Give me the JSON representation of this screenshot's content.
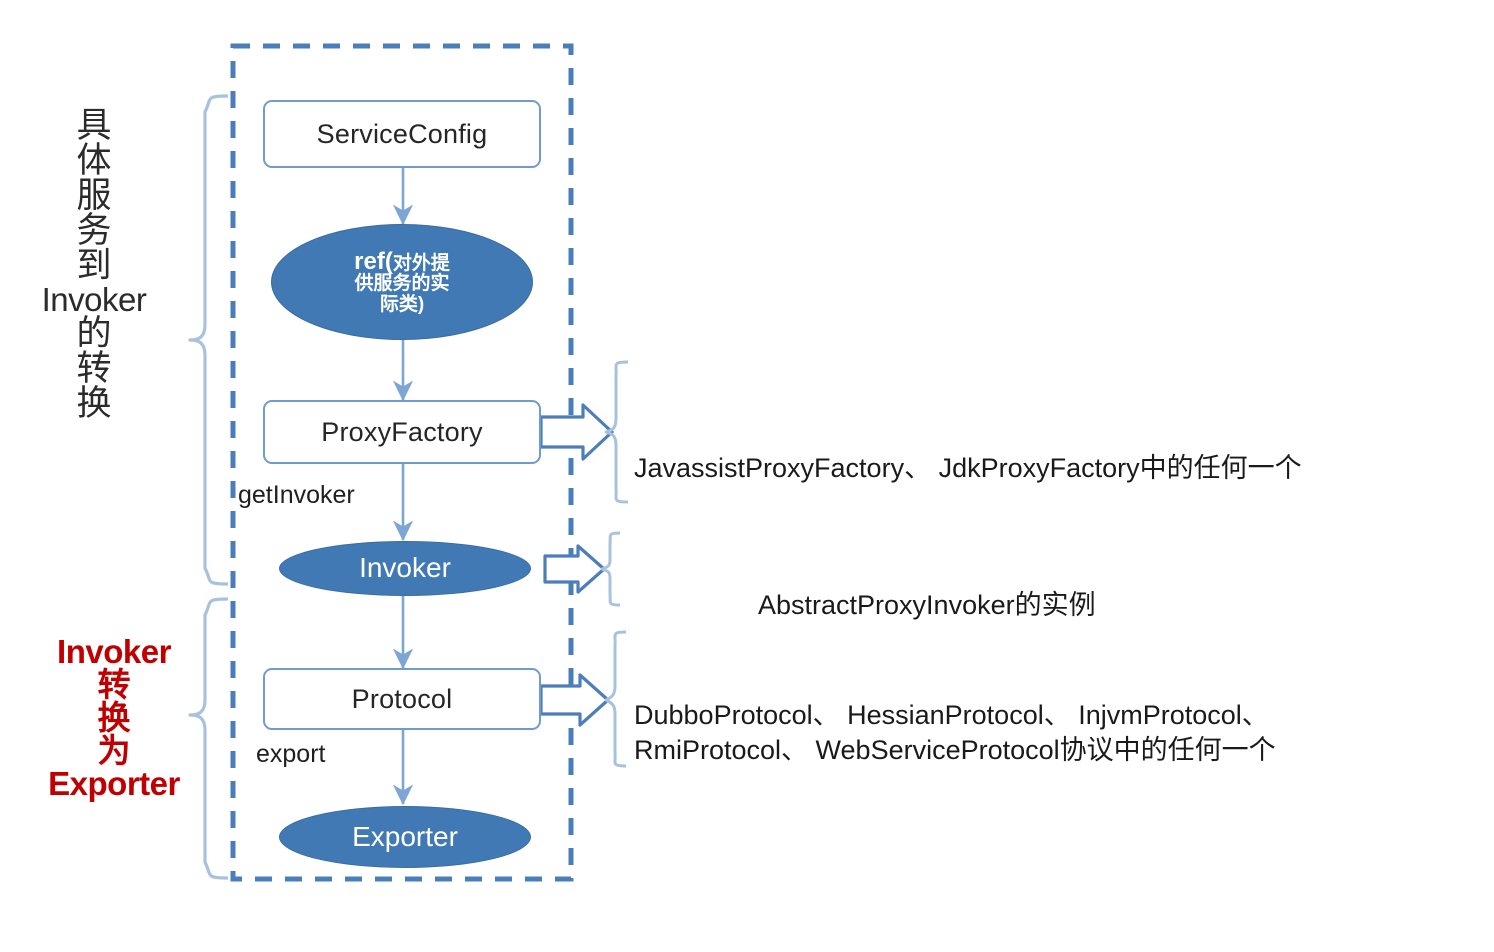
{
  "diagram": {
    "title": "Dubbo service export flow: ServiceConfig to Exporter",
    "colors": {
      "accent_blue": "#4179b5",
      "border_blue": "#6f9bd1",
      "dashed_blue": "#4a7ebb",
      "brace_blue": "#a8c2de",
      "red": "#c00000",
      "text_dark": "#262626",
      "background": "#ffffff"
    }
  },
  "left_groups": [
    {
      "id": "group-service-to-invoker",
      "label_chars": [
        "具",
        "体",
        "服",
        "务",
        "到",
        "Invoker",
        "的",
        "转",
        "换"
      ],
      "label_text": "具体服务到Invoker的转换",
      "color": "#2b2b2b"
    },
    {
      "id": "group-invoker-to-exporter",
      "label_chars": [
        "Invoker",
        "转",
        "换",
        "为",
        "Exporter"
      ],
      "label_text": "Invoker转换为Exporter",
      "color": "#c00000"
    }
  ],
  "nodes": [
    {
      "id": "service-config",
      "shape": "box",
      "label": "ServiceConfig"
    },
    {
      "id": "ref",
      "shape": "ellipse",
      "label_main": "ref(",
      "label_lines": [
        "对外提",
        "供服务的实",
        "际类)"
      ],
      "label_text": "ref(对外提供服务的实际类)"
    },
    {
      "id": "proxy-factory",
      "shape": "box",
      "label": "ProxyFactory"
    },
    {
      "id": "invoker",
      "shape": "ellipse",
      "label": "Invoker"
    },
    {
      "id": "protocol",
      "shape": "box",
      "label": "Protocol"
    },
    {
      "id": "exporter",
      "shape": "ellipse",
      "label": "Exporter"
    }
  ],
  "edge_labels": [
    {
      "id": "get-invoker-label",
      "text": "getInvoker"
    },
    {
      "id": "export-label",
      "text": "export"
    }
  ],
  "annotations": [
    {
      "id": "proxy-factory-annotation",
      "source": "proxy-factory",
      "text": "JavassistProxyFactory、 JdkProxyFactory中的任何一个"
    },
    {
      "id": "invoker-annotation",
      "source": "invoker",
      "text": "AbstractProxyInvoker的实例"
    },
    {
      "id": "protocol-annotation",
      "source": "protocol",
      "text": "DubboProtocol、 HessianProtocol、 InjvmProtocol、\nRmiProtocol、 WebServiceProtocol协议中的任何一个"
    }
  ]
}
